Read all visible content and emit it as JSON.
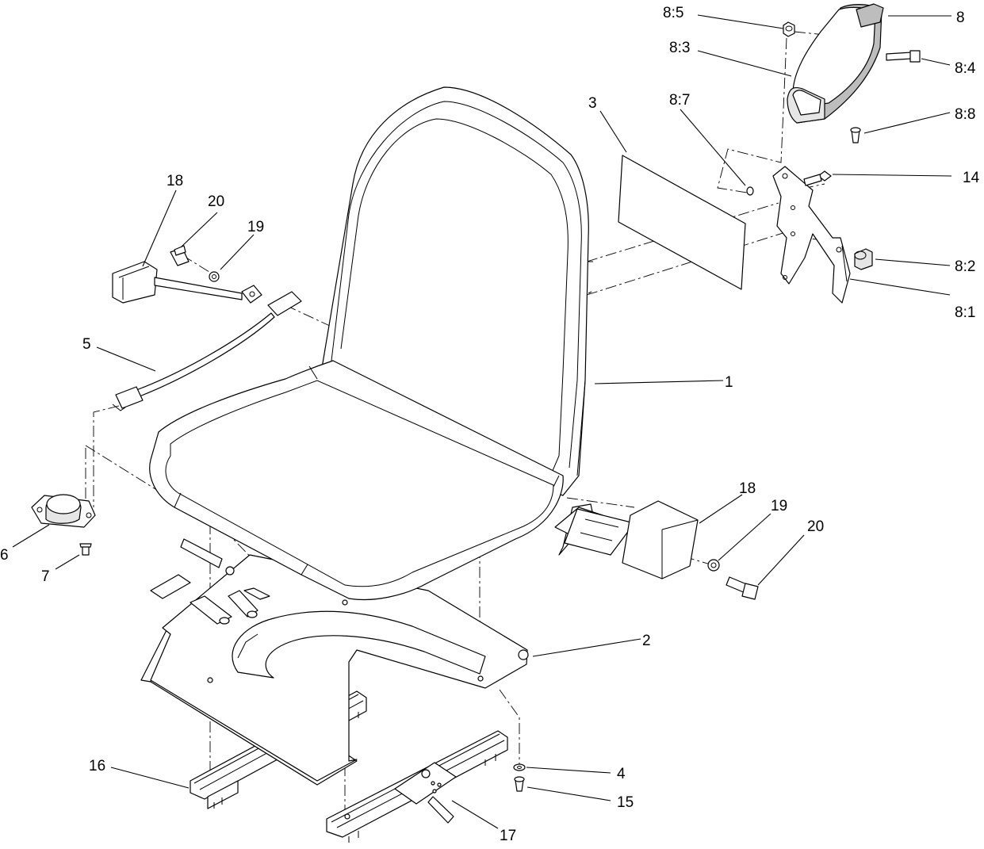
{
  "diagram": {
    "callouts": [
      {
        "id": "c1",
        "label": "1"
      },
      {
        "id": "c2",
        "label": "2"
      },
      {
        "id": "c3",
        "label": "3"
      },
      {
        "id": "c4",
        "label": "4"
      },
      {
        "id": "c5",
        "label": "5"
      },
      {
        "id": "c6",
        "label": "6"
      },
      {
        "id": "c7",
        "label": "7"
      },
      {
        "id": "c8",
        "label": "8"
      },
      {
        "id": "c8_1",
        "label": "8:1"
      },
      {
        "id": "c8_2",
        "label": "8:2"
      },
      {
        "id": "c8_3",
        "label": "8:3"
      },
      {
        "id": "c8_4",
        "label": "8:4"
      },
      {
        "id": "c8_5",
        "label": "8:5"
      },
      {
        "id": "c8_7",
        "label": "8:7"
      },
      {
        "id": "c8_8",
        "label": "8:8"
      },
      {
        "id": "c14",
        "label": "14"
      },
      {
        "id": "c15",
        "label": "15"
      },
      {
        "id": "c16",
        "label": "16"
      },
      {
        "id": "c17",
        "label": "17"
      },
      {
        "id": "c18a",
        "label": "18"
      },
      {
        "id": "c18b",
        "label": "18"
      },
      {
        "id": "c19a",
        "label": "19"
      },
      {
        "id": "c19b",
        "label": "19"
      },
      {
        "id": "c20a",
        "label": "20"
      },
      {
        "id": "c20b",
        "label": "20"
      }
    ]
  }
}
